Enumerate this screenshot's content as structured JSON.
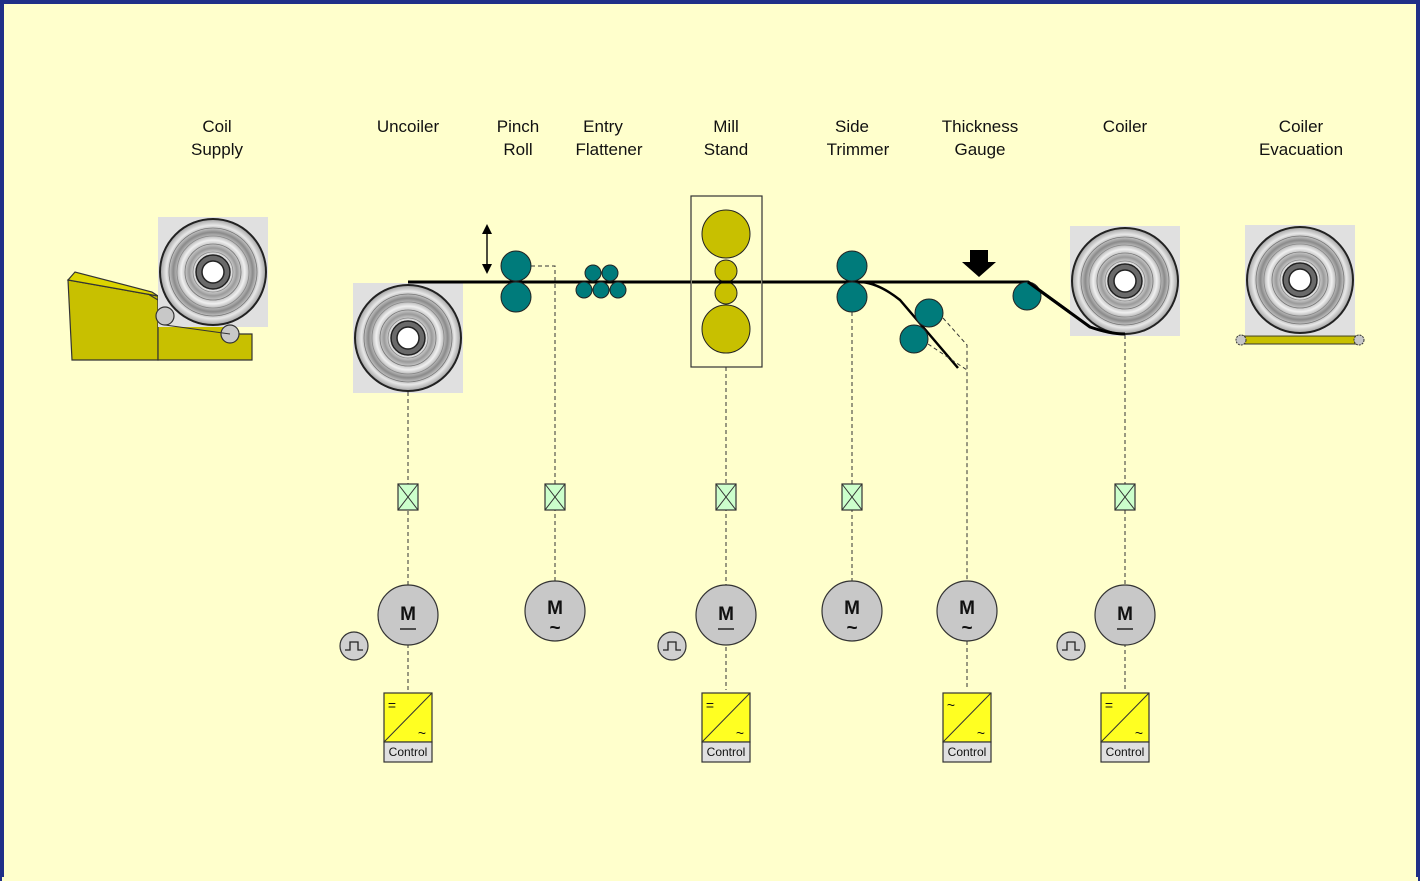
{
  "stations": [
    {
      "id": "coil-supply",
      "line1": "Coil",
      "line2": "Supply"
    },
    {
      "id": "uncoiler",
      "line1": "Uncoiler",
      "line2": ""
    },
    {
      "id": "pinch-roll",
      "line1": "Pinch",
      "line2": "Roll"
    },
    {
      "id": "entry-flattener",
      "line1": "Entry",
      "line2": "Flattener"
    },
    {
      "id": "mill-stand",
      "line1": "Mill",
      "line2": "Stand"
    },
    {
      "id": "side-trimmer",
      "line1": "Side",
      "line2": "Trimmer"
    },
    {
      "id": "thickness-gauge",
      "line1": "Thickness",
      "line2": "Gauge"
    },
    {
      "id": "coiler",
      "line1": "Coiler",
      "line2": ""
    },
    {
      "id": "coiler-evacuation",
      "line1": "Coiler",
      "line2": "Evacuation"
    }
  ],
  "motor_letter": "M",
  "motor_dc_symbol": "—",
  "motor_ac_symbol": "~",
  "control_label": "Control",
  "converter_dc_symbol": "=",
  "converter_ac_symbol": "~",
  "colors": {
    "background": "#ffffcc",
    "border": "#1f2f87",
    "roll": "#007b7b",
    "mill_roll": "#c8c000",
    "machine": "#c8c000",
    "converter": "#ffff22",
    "breaker": "#ccffcc",
    "motor": "#c8c8c8",
    "coil_bg": "#e0e0e0"
  },
  "icons": [
    "coil-icon",
    "pinch-roll-icon",
    "flattener-rolls-icon",
    "mill-stand-icon",
    "side-trimmer-rolls-icon",
    "thickness-gauge-arrow-icon",
    "breaker-icon",
    "motor-icon",
    "encoder-icon",
    "converter-icon"
  ]
}
